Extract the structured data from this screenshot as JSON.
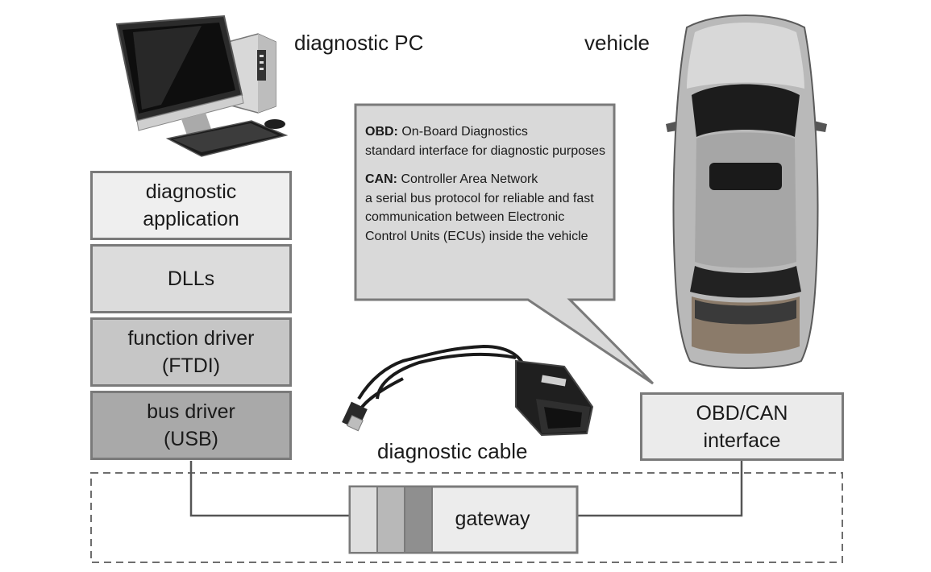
{
  "labels": {
    "diagnostic_pc": "diagnostic PC",
    "vehicle": "vehicle",
    "diagnostic_cable": "diagnostic cable"
  },
  "stack": [
    {
      "line1": "diagnostic",
      "line2": "application",
      "fill": "#efefef"
    },
    {
      "line1": "DLLs",
      "line2": "",
      "fill": "#dcdcdc"
    },
    {
      "line1": "function driver",
      "line2": "(FTDI)",
      "fill": "#c6c6c6"
    },
    {
      "line1": "bus driver",
      "line2": "(USB)",
      "fill": "#a9a9a9"
    }
  ],
  "obd_can_box": {
    "line1": "OBD/CAN",
    "line2": "interface",
    "fill": "#ebebeb"
  },
  "gateway": {
    "label": "gateway"
  },
  "callout": {
    "obd_term": "OBD:",
    "obd_name": "On-Board Diagnostics",
    "obd_desc": "standard interface for  diagnostic purposes",
    "can_term": "CAN:",
    "can_name": "Controller Area Network",
    "can_desc": "a serial bus protocol for reliable and fast communication between Electronic Control Units (ECUs) inside the vehicle"
  },
  "colors": {
    "callout_fill": "#d9d9d9",
    "border": "#7a7a7a",
    "connector": "#555555"
  }
}
